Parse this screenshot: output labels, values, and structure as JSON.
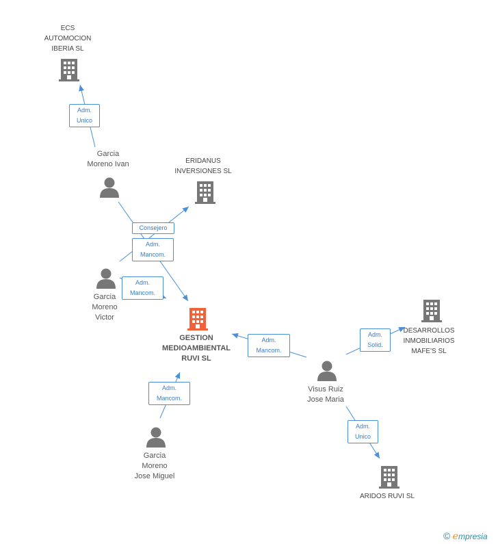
{
  "colors": {
    "edge": "#4a90d9",
    "node": "#777777",
    "main": "#f0623a"
  },
  "nodes": {
    "ecs": {
      "lines": [
        "ECS",
        "AUTOMOCION",
        "IBERIA SL"
      ]
    },
    "eridanus": {
      "lines": [
        "ERIDANUS",
        "INVERSIONES SL"
      ]
    },
    "gestion": {
      "lines": [
        "GESTION",
        "MEDIOAMBIENTAL",
        "RUVI SL"
      ]
    },
    "desarrollos": {
      "lines": [
        "DESARROLLOS",
        "INMOBILIARIOS",
        "MAFE'S SL"
      ]
    },
    "aridos": {
      "lines": [
        "ARIDOS RUVI SL"
      ]
    },
    "ivan": {
      "lines": [
        "Garcia",
        "Moreno Ivan"
      ]
    },
    "victor": {
      "lines": [
        "Garcia",
        "Moreno",
        "Victor"
      ]
    },
    "visus": {
      "lines": [
        "Visus Ruiz",
        "Jose Maria"
      ]
    },
    "miguel": {
      "lines": [
        "Garcia",
        "Moreno",
        "Jose Miguel"
      ]
    }
  },
  "edges": {
    "ivan_ecs": [
      "Adm.",
      "Unico"
    ],
    "ivan_eridanus": [
      "Consejero"
    ],
    "ivan_gestion": [
      "Adm.",
      "Mancom."
    ],
    "victor_gestion": [
      "Adm.",
      "Mancom."
    ],
    "visus_gestion": [
      "Adm.",
      "Mancom."
    ],
    "visus_desarrollos": [
      "Adm.",
      "Solid."
    ],
    "visus_aridos": [
      "Adm.",
      "Unico"
    ],
    "miguel_gestion": [
      "Adm.",
      "Mancom."
    ]
  },
  "footer": {
    "copyright": "©",
    "brand_e": "e",
    "brand_rest": "mpresia"
  }
}
